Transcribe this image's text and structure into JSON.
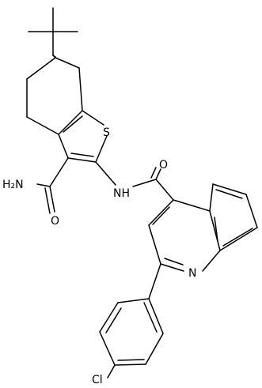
{
  "molecule": {
    "atom_labels": {
      "amide_nh2": "H₂N",
      "thiophene_s": "S",
      "amide_nh": "NH",
      "carbonyl_o_top": "O",
      "carbonyl_o_left": "O",
      "quinoline_n": "N",
      "chlorine": "Cl"
    }
  }
}
